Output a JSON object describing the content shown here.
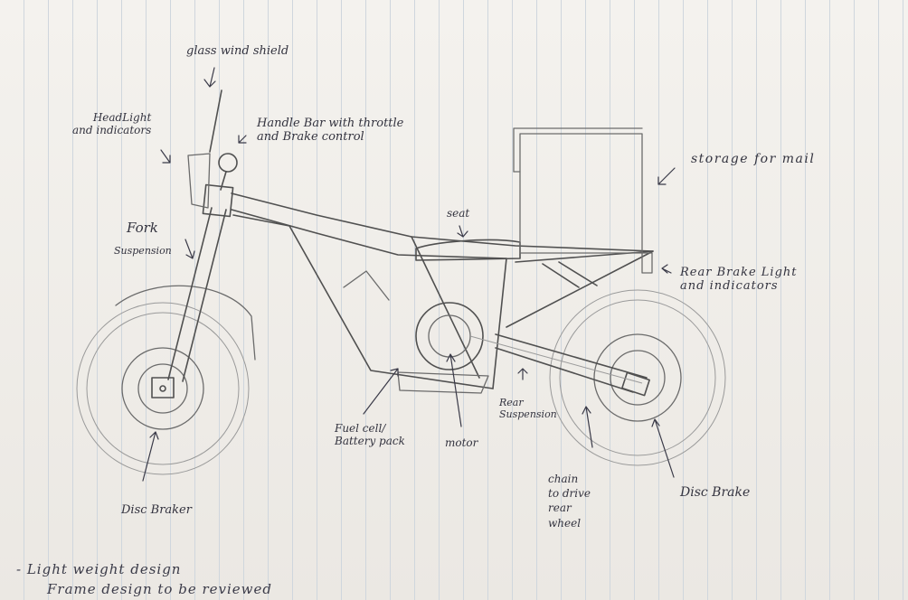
{
  "labels": {
    "glass_windshield": "glass wind shield",
    "headlight": "HeadLight\nand indicators",
    "handlebar": "Handle Bar with throttle\nand Brake control",
    "storage": "storage for mail",
    "fork": "Fork",
    "fork_suspension": "Suspension",
    "seat": "seat",
    "rear_brake_light": "Rear Brake Light\nand indicators",
    "fuel_cell": "Fuel cell/\nBattery pack",
    "motor": "motor",
    "rear_suspension": "Rear\nSuspension",
    "chain": "chain\nto drive\nrear\nwheel",
    "disc_brake_rear": "Disc Brake",
    "disc_brake_front": "Disc Braker"
  },
  "notes": [
    "- Light weight design",
    "Frame design to be reviewed"
  ]
}
